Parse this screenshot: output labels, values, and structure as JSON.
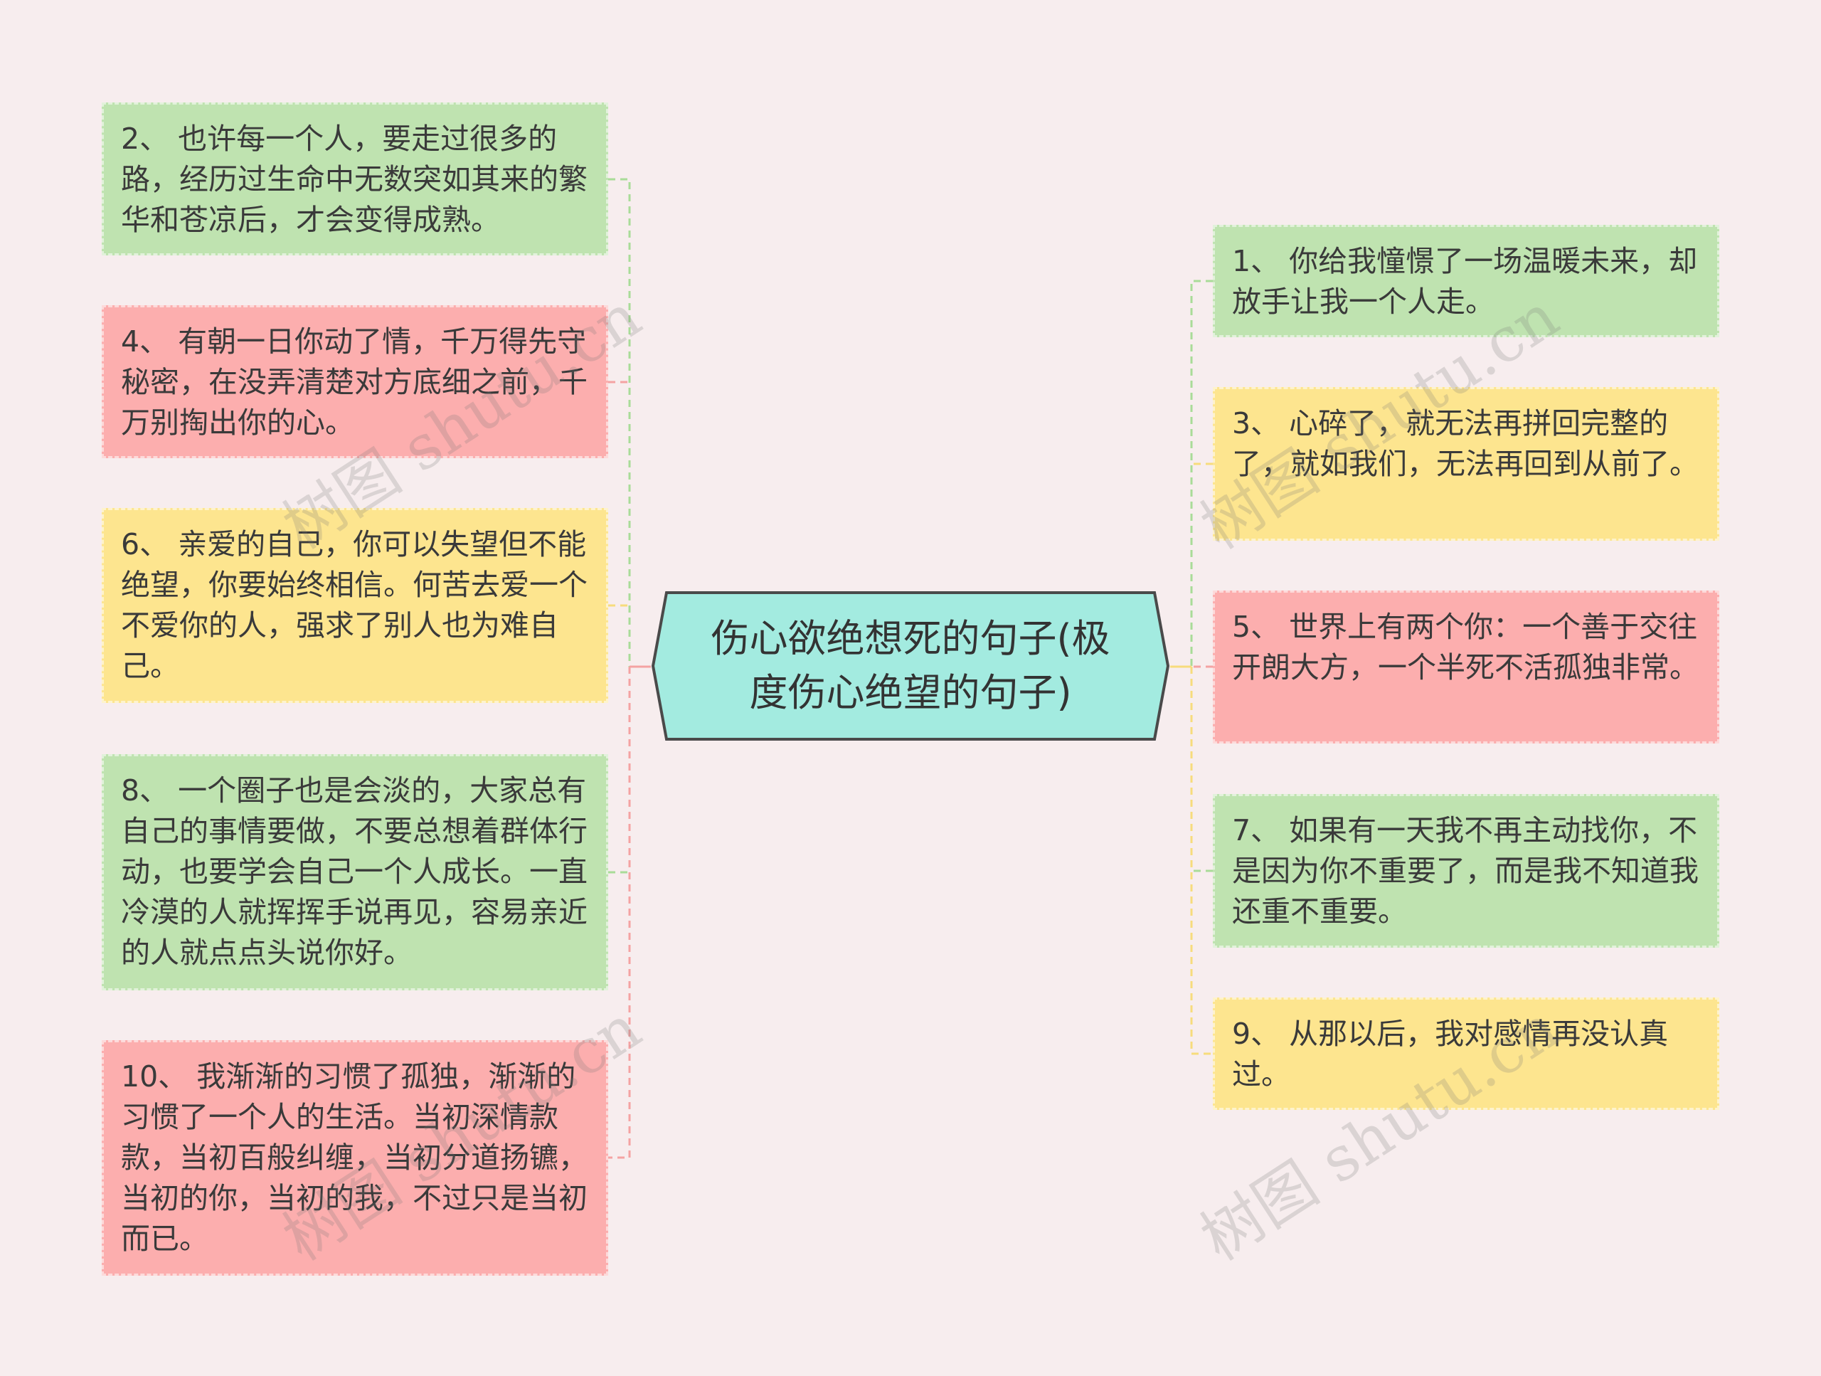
{
  "center": {
    "title": "伤心欲绝想死的句子(极度伤心绝望的句子)"
  },
  "left_nodes": [
    {
      "text": "2、 也许每一个人，要走过很多的路，经历过生命中无数突如其来的繁华和苍凉后，才会变得成熟。",
      "color": "green"
    },
    {
      "text": "4、 有朝一日你动了情，千万得先守秘密，在没弄清楚对方底细之前，千万别掏出你的心。",
      "color": "red"
    },
    {
      "text": "6、 亲爱的自己，你可以失望但不能绝望，你要始终相信。何苦去爱一个不爱你的人，强求了别人也为难自己。",
      "color": "yellow"
    },
    {
      "text": "8、 一个圈子也是会淡的，大家总有自己的事情要做，不要总想着群体行动，也要学会自己一个人成长。一直冷漠的人就挥挥手说再见，容易亲近的人就点点头说你好。",
      "color": "green"
    },
    {
      "text": "10、 我渐渐的习惯了孤独，渐渐的习惯了一个人的生活。当初深情款款，当初百般纠缠，当初分道扬镳，当初的你，当初的我，不过只是当初而已。",
      "color": "red"
    }
  ],
  "right_nodes": [
    {
      "text": "1、 你给我憧憬了一场温暖未来，却放手让我一个人走。",
      "color": "green"
    },
    {
      "text": "3、 心碎了，就无法再拼回完整的了，就如我们，无法再回到从前了。",
      "color": "yellow"
    },
    {
      "text": "5、 世界上有两个你：一个善于交往开朗大方，一个半死不活孤独非常。",
      "color": "red"
    },
    {
      "text": "7、 如果有一天我不再主动找你，不是因为你不重要了，而是我不知道我还重不重要。",
      "color": "green"
    },
    {
      "text": "9、 从那以后，我对感情再没认真过。",
      "color": "yellow"
    }
  ],
  "colors": {
    "center_fill": "#a3ebe0",
    "center_stroke": "#4a4a4a",
    "green": "#bfe3b0",
    "red": "#fcaeae",
    "yellow": "#fde58f",
    "green_line": "#a9dc98",
    "red_line": "#f4a3a3",
    "yellow_line": "#f7dc7c"
  },
  "watermarks": [
    "树图 shutu.cn",
    "树图 shutu.cn",
    "树图 shutu.cn",
    "树图 shutu.cn"
  ]
}
